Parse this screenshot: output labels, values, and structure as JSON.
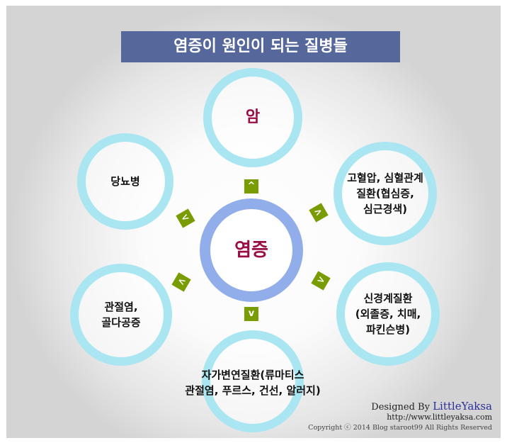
{
  "title": {
    "bold": "염증",
    "rest": "이 원인이 되는 질병들"
  },
  "center": "염증",
  "nodes": {
    "top": "암",
    "top_left": "당뇨병",
    "top_right": [
      "고혈압, 심혈관계",
      "질환(협심증,",
      "심근경색)"
    ],
    "bottom_left": [
      "관절염,",
      "골다공증"
    ],
    "bottom_right": [
      "신경계질환",
      "(외졸증, 치매,",
      "파킨슨병)"
    ],
    "bottom": [
      "자가변연질환(류마티스",
      "관절염, 푸르스, 건선, 알러지)"
    ]
  },
  "arrows": {
    "up": "^",
    "down": "v",
    "left": "<",
    "right": ">"
  },
  "footer": {
    "designed_by": "Designed By",
    "author": "LittleYaksa",
    "url": "http://www.littleyaksa.com",
    "copyright": "Copyright ⓒ 2014 Blog staroot99 All Rights Reserved"
  },
  "colors": {
    "title_bg": "#56679b",
    "ring": "#a9e6f1",
    "center_ring": "#92aeea",
    "accent_text": "#9b0d45",
    "arrow": "#7a9c03"
  }
}
